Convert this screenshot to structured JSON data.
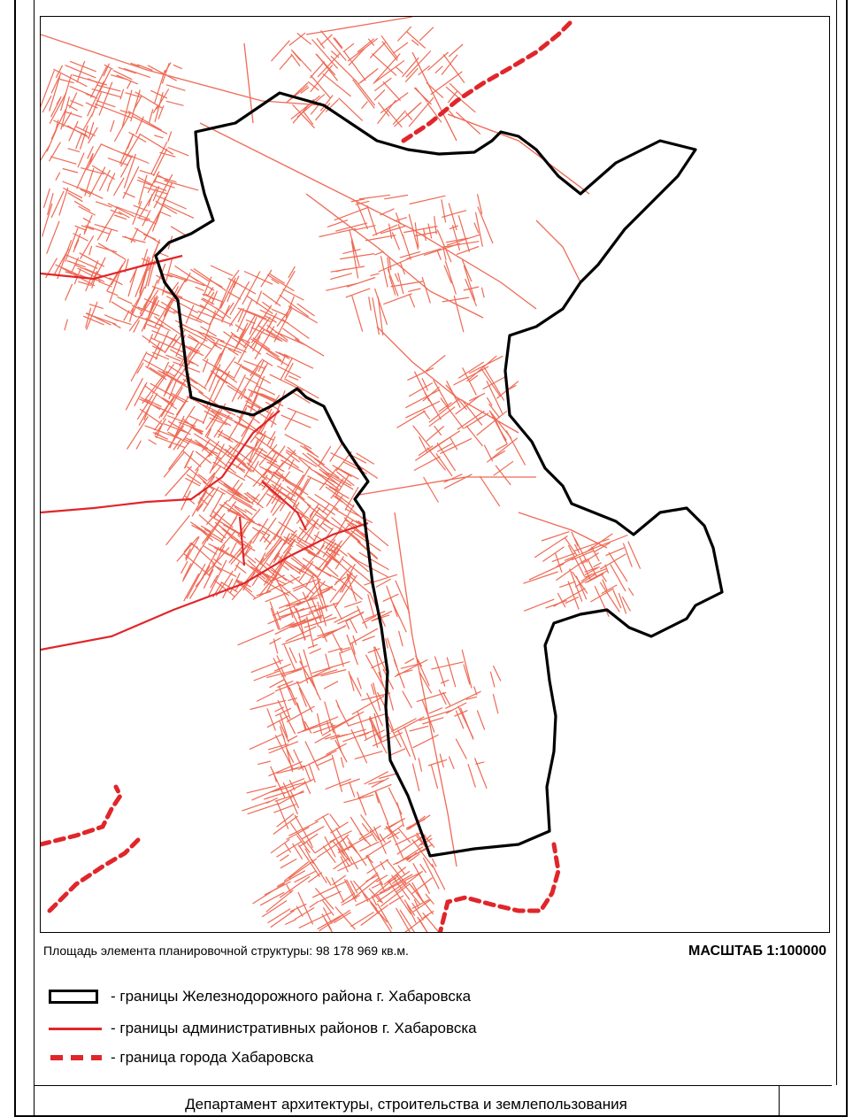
{
  "map": {
    "colors": {
      "district_border": "#000000",
      "admin_border": "#e0262a",
      "city_border": "#e0262a",
      "streets": "#ee6a55"
    }
  },
  "info": {
    "area_text": "Площадь элемента планировочной структуры: 98 178 969 кв.м.",
    "scale_text": "МАСШТАБ 1:100000"
  },
  "legend": {
    "district": "- границы Железнодорожного района г. Хабаровска",
    "admin": "- границы административных районов г. Хабаровска",
    "city": "- граница города Хабаровска"
  },
  "footer": {
    "department": "Департамент архитектуры, строительства и землепользования"
  }
}
